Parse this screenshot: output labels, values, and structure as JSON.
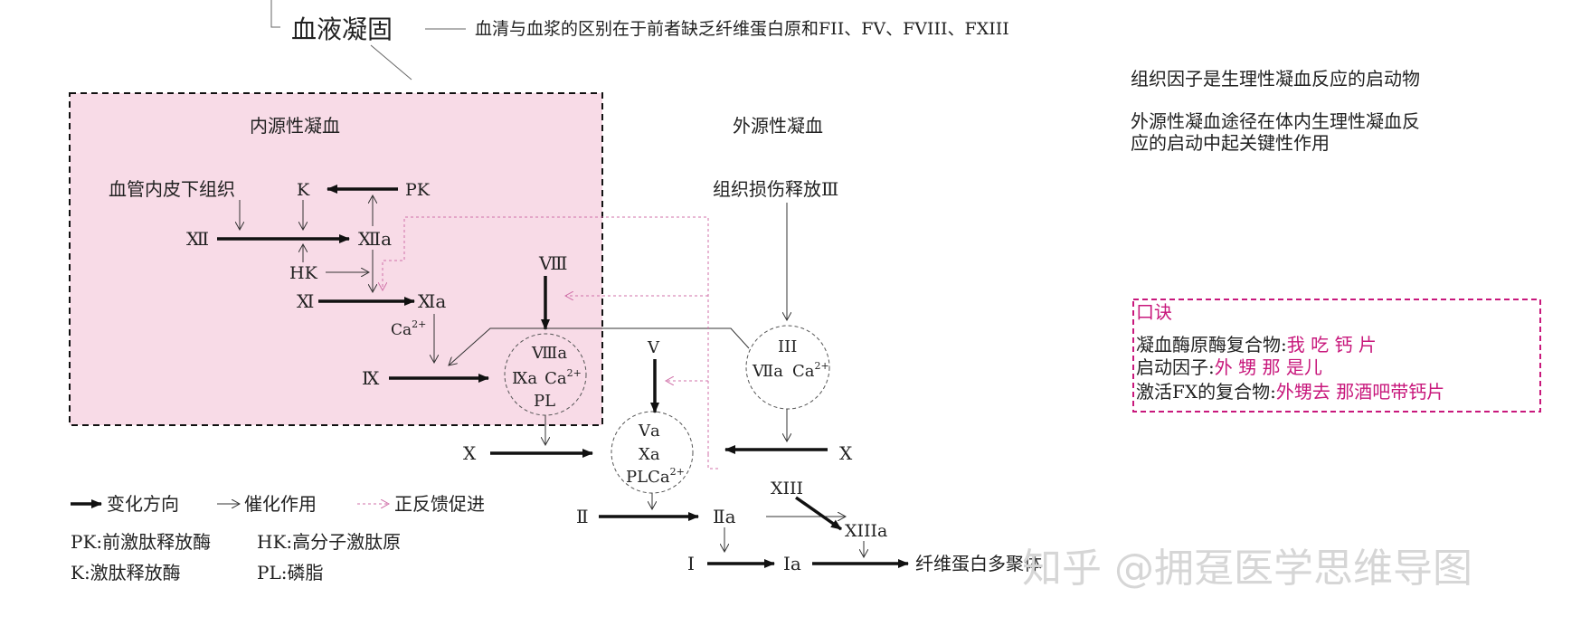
{
  "header": {
    "title": "血液凝固",
    "note": "血清与血浆的区别在于前者缺乏纤维蛋白原和FII、FV、FVIII、FXIII"
  },
  "intrinsic": {
    "title": "内源性凝血",
    "tissue": "血管内皮下组织",
    "K": "K",
    "PK": "PK",
    "XII": "Ⅻ",
    "XIIa": "Ⅻa",
    "HK": "HK",
    "XI": "Ⅺ",
    "XIa": "Ⅺa",
    "Ca": "Ca",
    "Ca_sup": "2+",
    "IX": "Ⅸ",
    "VIII": "Ⅷ",
    "complex": {
      "line1": "Ⅷa",
      "line2a": "Ⅸa",
      "line2b": "Ca",
      "sup": "2+",
      "line3": "PL"
    }
  },
  "extrinsic": {
    "title": "外源性凝血",
    "release": "组织损伤释放Ⅲ",
    "complex": {
      "line1": "III",
      "line2a": "Ⅶa",
      "line2b": "Ca",
      "sup": "2+"
    }
  },
  "common": {
    "X_left": "X",
    "X_right": "X",
    "V": "V",
    "prothrombinase": {
      "line1": "Ⅴa",
      "line2": "Ⅹa",
      "line3a": "PLCa",
      "sup": "2+"
    },
    "II": "Ⅱ",
    "IIa": "Ⅱa",
    "XIII": "XIII",
    "XIIIa": "XIIIa",
    "I": "Ⅰ",
    "Ia": "Ⅰa",
    "fibrin": "纤维蛋白多聚体"
  },
  "notes": {
    "line1": "组织因子是生理性凝血反应的启动物",
    "line2a": "外源性凝血途径在体内生理性凝血反",
    "line2b": "应的启动中起关键性作用"
  },
  "mnemonic": {
    "title": "口诀",
    "rows": [
      {
        "label": "凝血酶原酶复合物:",
        "value": "我 吃 钙 片"
      },
      {
        "label": "启动因子:",
        "value": "外 甥 那 是儿"
      },
      {
        "label": "激活FⅩ的复合物:",
        "value": "外甥去 那酒吧带钙片"
      }
    ]
  },
  "legend": {
    "change": "变化方向",
    "catalysis": "催化作用",
    "feedback": "正反馈促进",
    "pk": "PK:前激肽释放酶",
    "hk": "HK:高分子激肽原",
    "k": "K:激肽释放酶",
    "pl": "PL:磷脂"
  },
  "watermark": "知乎 @拥趸医学思维导图",
  "colors": {
    "pink": "#c8187c",
    "pinkFill": "#f8dbe7",
    "feedback": "#d070a8"
  }
}
